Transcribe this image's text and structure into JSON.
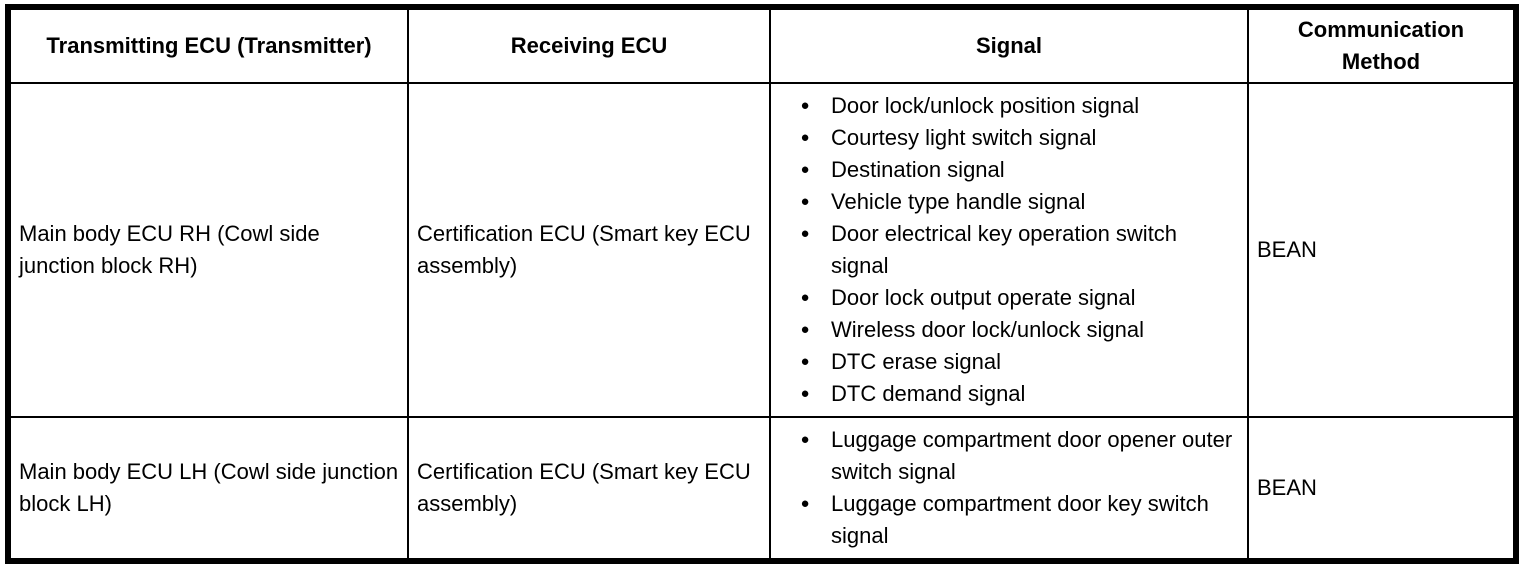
{
  "icons": {
    "bullet": "●"
  },
  "colors": {
    "border": "#000000",
    "text": "#000000",
    "background": "#ffffff"
  },
  "table": {
    "headers": [
      "Transmitting ECU (Transmitter)",
      "Receiving ECU",
      "Signal",
      "Communication Method"
    ],
    "rows": [
      {
        "transmitter": "Main body ECU RH (Cowl side junction block RH)",
        "receiver": "Certification ECU (Smart key ECU assembly)",
        "signals": [
          "Door lock/unlock position signal",
          "Courtesy light switch signal",
          "Destination signal",
          "Vehicle type handle signal",
          "Door electrical key operation switch signal",
          "Door lock output operate signal",
          "Wireless door lock/unlock signal",
          "DTC erase signal",
          "DTC demand signal"
        ],
        "method": "BEAN"
      },
      {
        "transmitter": "Main body ECU LH (Cowl side junction block LH)",
        "receiver": "Certification ECU (Smart key ECU assembly)",
        "signals": [
          "Luggage compartment door opener outer switch signal",
          "Luggage compartment door key switch signal"
        ],
        "method": "BEAN"
      }
    ]
  }
}
